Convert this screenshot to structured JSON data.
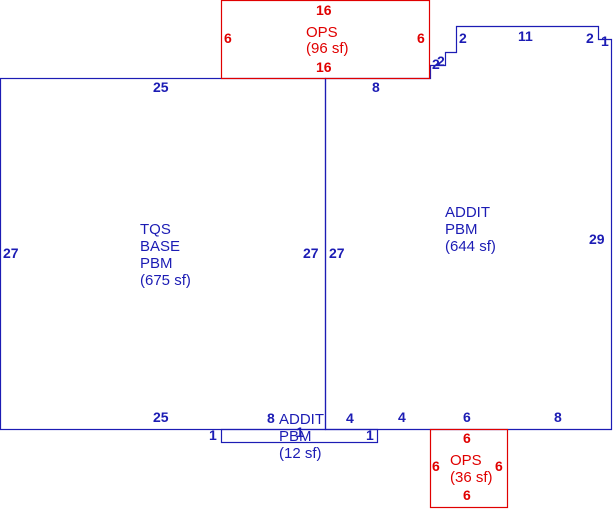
{
  "colors": {
    "living_area": "#1c1cb4",
    "porch_area": "#e00000",
    "background": "#ffffff"
  },
  "areas": {
    "base": {
      "line1": "TQS",
      "line2": "BASE",
      "line3": "PBM",
      "line4": "(675 sf)"
    },
    "addit_main": {
      "line1": "ADDIT",
      "line2": "PBM",
      "line3": "(644 sf)"
    },
    "addit_small": {
      "line1": "ADDIT",
      "line2": "PBM",
      "line3": "(12 sf)"
    },
    "ops_top": {
      "line1": "OPS",
      "line2": "(96 sf)"
    },
    "ops_bottom": {
      "line1": "OPS",
      "line2": "(36 sf)"
    }
  },
  "dimensions": {
    "base_top": "25",
    "base_left": "27",
    "base_right": "27",
    "base_bottom": "25",
    "addit_left": "27",
    "addit_top_segment": "8",
    "addit_step_a": "2",
    "addit_step_b": "2",
    "addit_notch_left": "2",
    "addit_notch_top": "11",
    "addit_notch_right": "2",
    "addit_notch_drop": "1",
    "addit_right": "29",
    "addit_bottom_a": "4",
    "addit_bottom_b": "6",
    "addit_bottom_c": "8",
    "small_top_a": "8",
    "small_top_b": "4",
    "small_top_c": "1",
    "small_left": "1",
    "small_right": "1",
    "ops_top_top": "16",
    "ops_top_bottom": "16",
    "ops_top_left": "6",
    "ops_top_right": "6",
    "ops_bottom_top": "6",
    "ops_bottom_bottom": "6",
    "ops_bottom_left": "6",
    "ops_bottom_right": "6"
  }
}
